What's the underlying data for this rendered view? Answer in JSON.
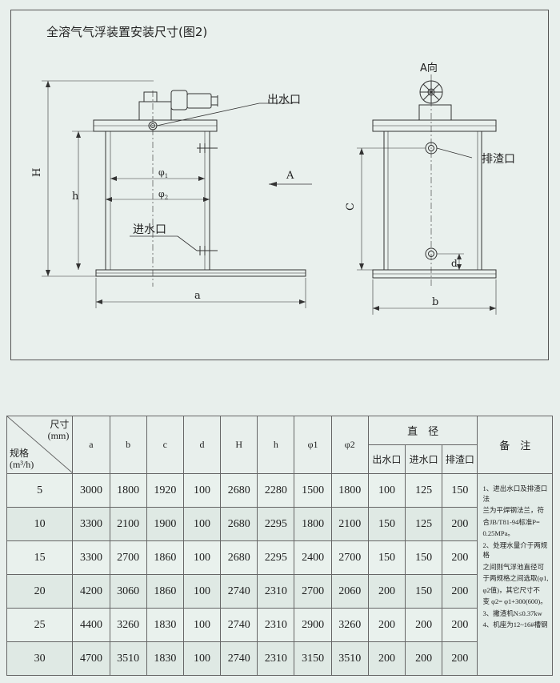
{
  "figure": {
    "title": "全溶气气浮装置安装尺寸(图2)",
    "labels": {
      "outlet": "出水口",
      "inlet": "进水口",
      "sludge": "排渣口",
      "view_a": "A向",
      "arrow_a": "A",
      "H": "H",
      "h": "h",
      "a": "a",
      "b": "b",
      "C": "C",
      "d": "d",
      "phi1": "φ",
      "phi1_sub": "1",
      "phi2": "φ",
      "phi2_sub": "2"
    }
  },
  "table": {
    "corner_top_1": "尺寸",
    "corner_top_2": "(mm)",
    "corner_bottom_1": "规格",
    "corner_bottom_2": "(m³/h)",
    "headers": [
      "a",
      "b",
      "c",
      "d",
      "H",
      "h",
      "φ1",
      "φ2"
    ],
    "diameter_header": "直　径",
    "diameter_sub": [
      "出水口",
      "进水口",
      "排渣口"
    ],
    "remarks_header": "备　注",
    "rows": [
      [
        "5",
        "3000",
        "1800",
        "1920",
        "100",
        "2680",
        "2280",
        "1500",
        "1800",
        "100",
        "125",
        "150"
      ],
      [
        "10",
        "3300",
        "2100",
        "1900",
        "100",
        "2680",
        "2295",
        "1800",
        "2100",
        "150",
        "125",
        "200"
      ],
      [
        "15",
        "3300",
        "2700",
        "1860",
        "100",
        "2680",
        "2295",
        "2400",
        "2700",
        "150",
        "150",
        "200"
      ],
      [
        "20",
        "4200",
        "3060",
        "1860",
        "100",
        "2740",
        "2310",
        "2700",
        "2060",
        "200",
        "150",
        "200"
      ],
      [
        "25",
        "4400",
        "3260",
        "1830",
        "100",
        "2740",
        "2310",
        "2900",
        "3260",
        "200",
        "200",
        "200"
      ],
      [
        "30",
        "4700",
        "3510",
        "1830",
        "100",
        "2740",
        "2310",
        "3150",
        "3510",
        "200",
        "200",
        "200"
      ]
    ],
    "remarks": [
      "1、进出水口及排渣口法",
      "兰为平焊钢法兰，符",
      "合JB/T81-94标准P=",
      "0.25MPa。",
      "2、处理水量介于两规格",
      "之间则气浮池直径可",
      "于两规格之间选取(φ1,",
      "φ2值)，其它尺寸不",
      "变 φ2= φ1+300(600)。",
      "3、撇渣机N≤0.37kw",
      "4、机座为12~16#槽钢"
    ]
  }
}
